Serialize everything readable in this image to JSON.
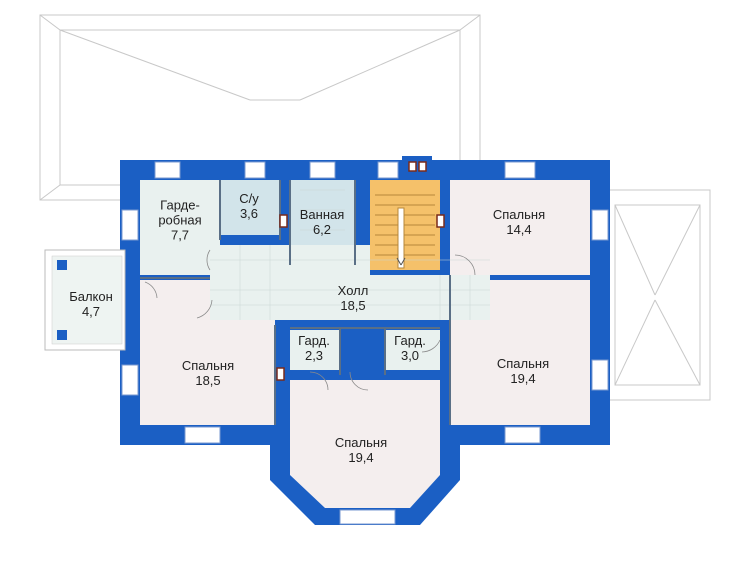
{
  "colors": {
    "wall": "#1b5fc4",
    "floor_bedroom": "#f4eeee",
    "floor_service": "#e9f1ef",
    "floor_bath": "#d2e4ea",
    "floor_stair": "#f5c16a",
    "roof_line": "#c8c8c8",
    "label": "#222222"
  },
  "rooms": [
    {
      "id": "wardrobe-large",
      "name": "Гарде-\nробная",
      "area": "7,7"
    },
    {
      "id": "toilet",
      "name": "С/у",
      "area": "3,6"
    },
    {
      "id": "bathroom",
      "name": "Ванная",
      "area": "6,2"
    },
    {
      "id": "bedroom-ne",
      "name": "Спальня",
      "area": "14,4"
    },
    {
      "id": "balcony",
      "name": "Балкон",
      "area": "4,7"
    },
    {
      "id": "hall",
      "name": "Холл",
      "area": "18,5"
    },
    {
      "id": "bedroom-w",
      "name": "Спальня",
      "area": "18,5"
    },
    {
      "id": "wardrobe-1",
      "name": "Гард.",
      "area": "2,3"
    },
    {
      "id": "wardrobe-2",
      "name": "Гард.",
      "area": "3,0"
    },
    {
      "id": "bedroom-e",
      "name": "Спальня",
      "area": "19,4"
    },
    {
      "id": "bedroom-s",
      "name": "Спальня",
      "area": "19,4"
    }
  ]
}
